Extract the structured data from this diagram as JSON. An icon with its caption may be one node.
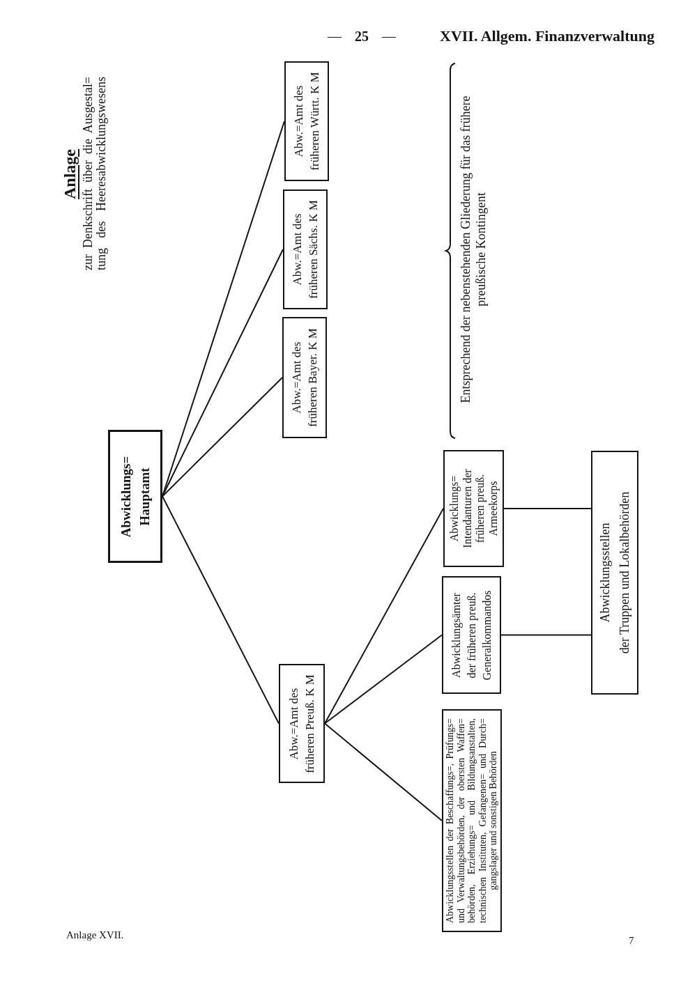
{
  "diagram": {
    "title": "Anlage",
    "nodes": [
      {
        "text": [
          "Abwicklungs= Hauptamt"
        ]
      },
      {
        "text": [
          "Abw.=Amt des früheren Bayer. K M"
        ]
      },
      {
        "text": [
          "Abw.=Amt des früheren Sächs. K M"
        ]
      },
      {
        "text": [
          "Abw.=Amt des früheren Württ. K M"
        ]
      },
      {
        "text": [
          "Abw.=Amt des früheren Preuß. K M"
        ]
      },
      {
        "text": [
          "Abwicklungsstellen der Beschaffungs=, Prüfungs= und Verwaltungsbehörden, der obersten Waffen= behörden, Erziehungs= und Bildungsanstalten, technischen Instituten, Gefangenen= und Durch= gangslager und sonstigen Behörden"
        ]
      },
      {
        "text": [
          "Abwicklungsämter der früheren preuß. Generalkommandos"
        ]
      },
      {
        "text": [
          "Abwicklungs= Intendanturen der früheren preuß. Armeekorps"
        ]
      },
      {
        "text": [
          "Abwicklungsstellen",
          "der Truppen und Lokalbehörden"
        ]
      }
    ],
    "edges": [
      {
        "from": 0,
        "to": 1,
        "arrow": "none"
      },
      {
        "from": 0,
        "to": 2,
        "arrow": "none"
      },
      {
        "from": 0,
        "to": 3,
        "arrow": "none"
      },
      {
        "from": 0,
        "to": 4,
        "arrow": "none"
      },
      {
        "from": 4,
        "to": 5,
        "arrow": "none"
      },
      {
        "from": 4,
        "to": 6,
        "arrow": "none"
      },
      {
        "from": 4,
        "to": 7,
        "arrow": "none"
      },
      {
        "from": 6,
        "to": 8,
        "arrow": "none"
      },
      {
        "from": 7,
        "to": 8,
        "arrow": "none"
      }
    ],
    "labels": [
      "— **25** —",
      "XVII. Allgem. Finanzverwaltung",
      "zur Denkschrift über die Ausgestal= tung des Heeresabwicklungswesens",
      "Entsprechend der nebenstehenden Gliederung für das frühere preußische Kontingent",
      "Anlage XVII.",
      "7"
    ]
  }
}
